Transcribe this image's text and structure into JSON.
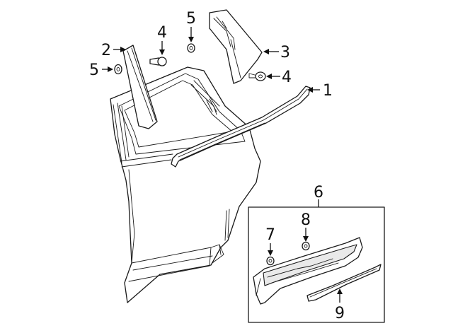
{
  "callouts": {
    "c1": "1",
    "c2": "2",
    "c3": "3",
    "c4a": "4",
    "c4b": "4",
    "c5a": "5",
    "c5b": "5",
    "c6": "6",
    "c7": "7",
    "c8": "8",
    "c9": "9"
  }
}
